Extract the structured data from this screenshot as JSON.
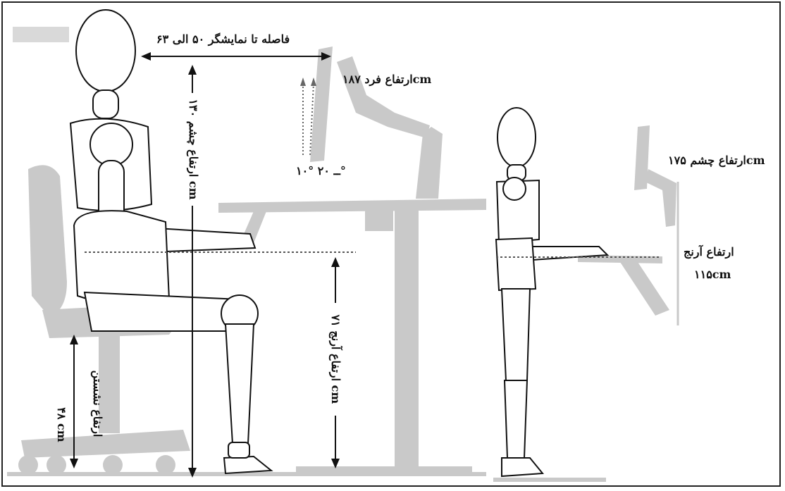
{
  "labels": {
    "monitor_distance": "فاصله تا نمایشگر ۵۰ الی ۶۳",
    "person_height": "ارتفاع فرد ۱۸۷cm",
    "eye_height_seated": "ارتفاع چشم ۱۳۰ cm",
    "screen_angle": "۱۰° ــ ۲۰°",
    "elbow_height_seated": "ارتفاع آرنج ۷۱ cm",
    "seat_height": "ارتفاع نشستن",
    "seat_height_value": "۴۸ cm",
    "eye_height_standing": "ارتفاع چشم ۱۷۵cm",
    "elbow_height_standing": "ارتفاع آرنج",
    "elbow_height_standing_value": "۱۱۵cm"
  },
  "colors": {
    "furniture": "#c9c9c9",
    "figure_outline": "#111111",
    "border": "#222222"
  }
}
